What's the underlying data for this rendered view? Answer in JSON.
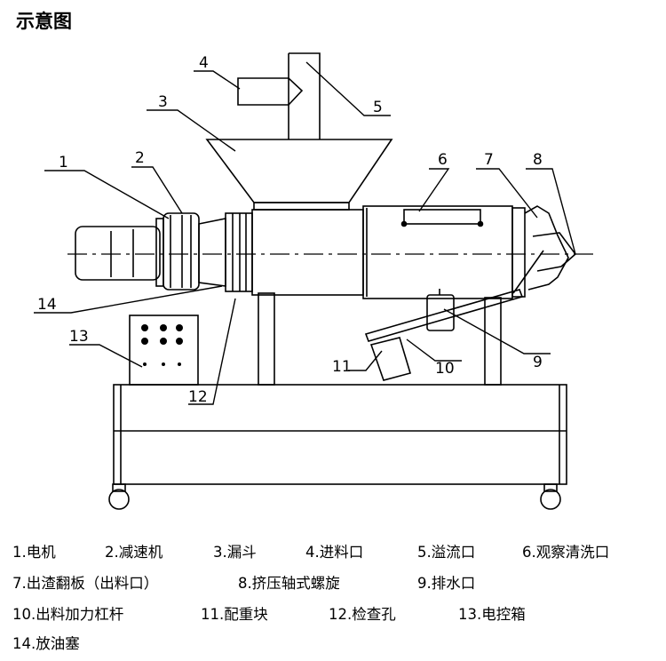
{
  "title": "示意图",
  "callouts": [
    "1",
    "2",
    "3",
    "4",
    "5",
    "6",
    "7",
    "8",
    "9",
    "10",
    "11",
    "12",
    "13",
    "14"
  ],
  "legend": [
    [
      "1.电机",
      "2.减速机",
      "3.漏斗",
      "4.进料口",
      "5.溢流口",
      "6.观察清洗口"
    ],
    [
      "7.出渣翻板（出料口）",
      "8.挤压轴式螺旋",
      "9.排水口"
    ],
    [
      "10.出料加力杠杆",
      "11.配重块",
      "12.检查孔",
      "13.电控箱"
    ],
    [
      "14.放油塞"
    ]
  ]
}
